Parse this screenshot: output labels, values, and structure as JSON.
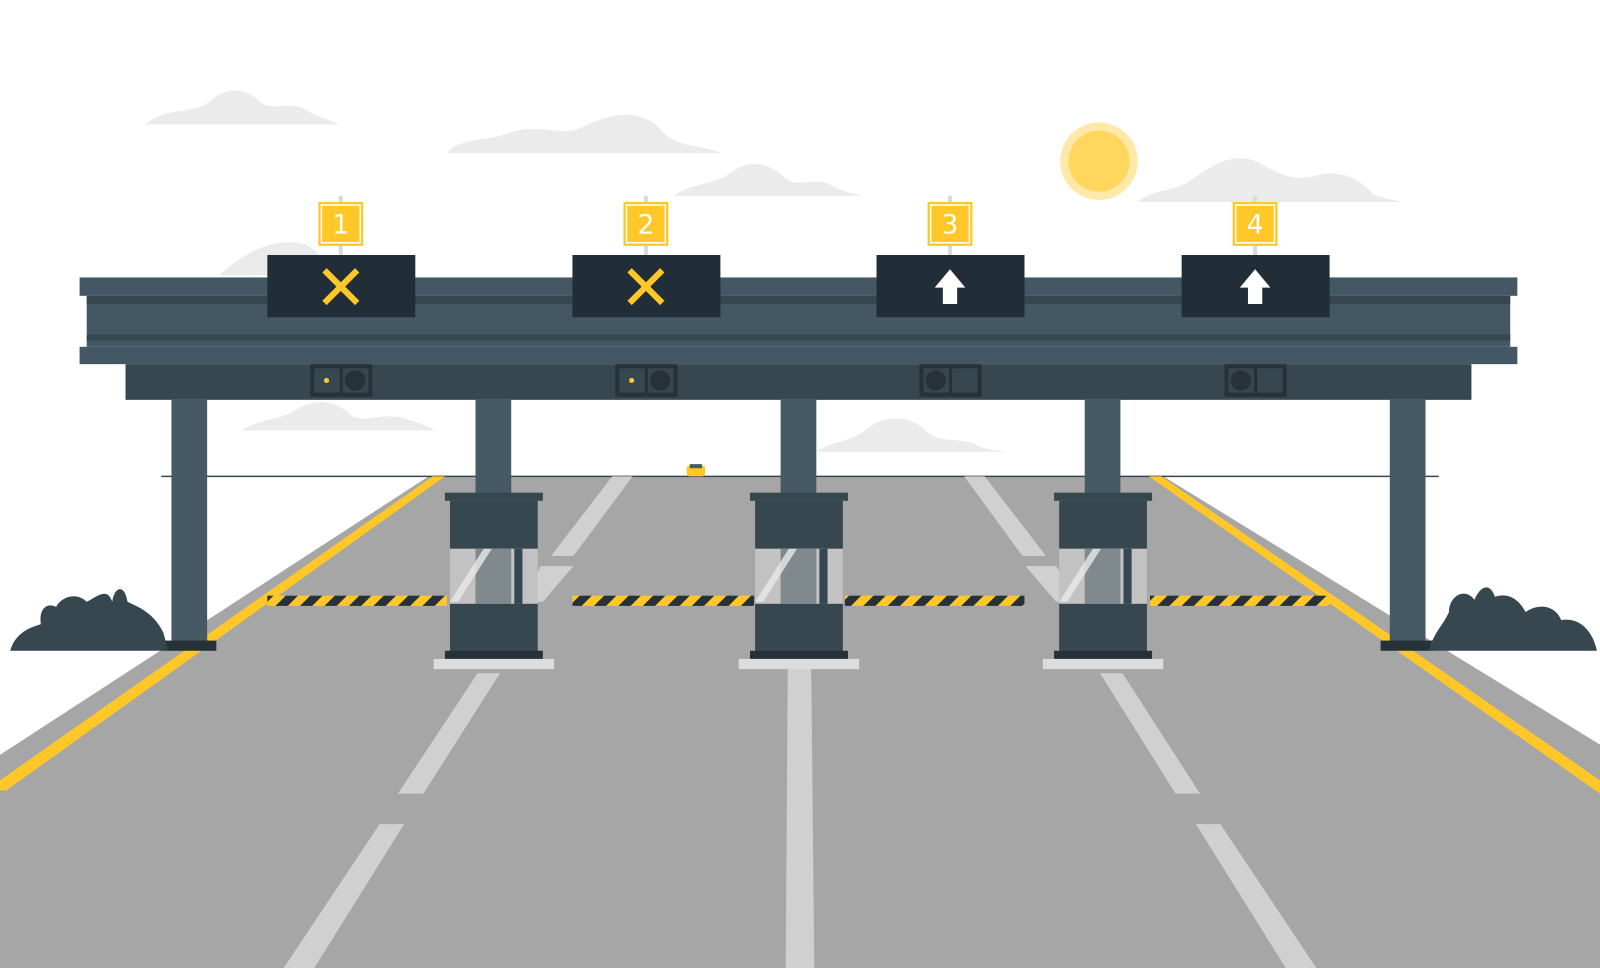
{
  "scene": "toll-plaza",
  "lanes": [
    {
      "number": "1",
      "signal": "closed",
      "icon": "x-icon"
    },
    {
      "number": "2",
      "signal": "closed",
      "icon": "x-icon"
    },
    {
      "number": "3",
      "signal": "open",
      "icon": "arrow-up-icon"
    },
    {
      "number": "4",
      "signal": "open",
      "icon": "arrow-up-icon"
    }
  ],
  "colors": {
    "accent": "#FFC727",
    "gantry": "#435864",
    "dark": "#263238",
    "road": "#A6A6A6",
    "marking": "#D6D6D6"
  }
}
